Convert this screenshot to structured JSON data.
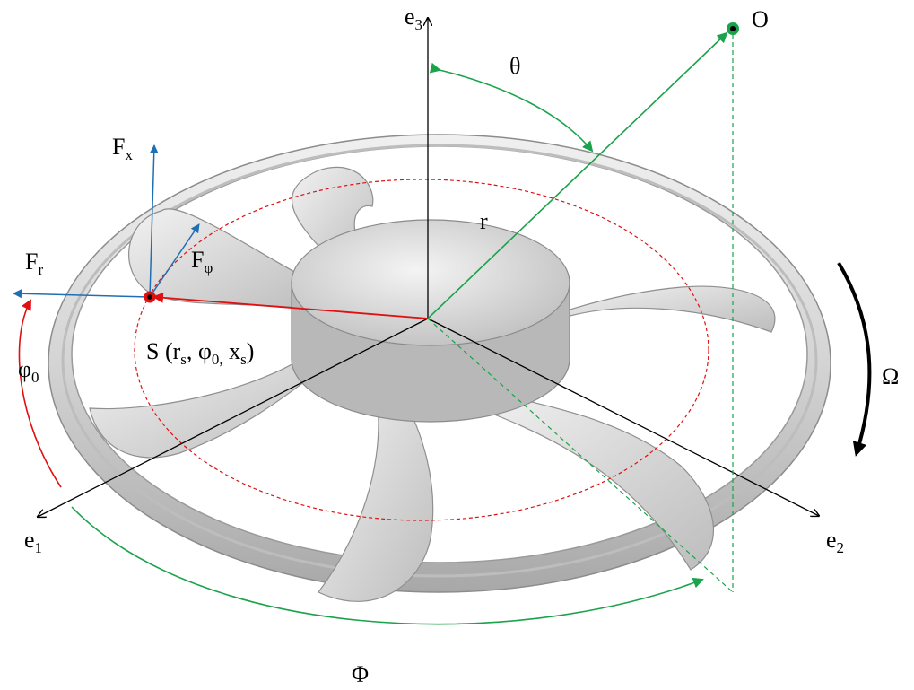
{
  "labels": {
    "e3": {
      "base": "e",
      "sub": "3"
    },
    "e1": {
      "base": "e",
      "sub": "1"
    },
    "e2": {
      "base": "e",
      "sub": "2"
    },
    "origin_point": "O",
    "theta": "θ",
    "r": "r",
    "Fx": {
      "base": "F",
      "sub": "x"
    },
    "Fr": {
      "base": "F",
      "sub": "r"
    },
    "Fphi": {
      "base": "F",
      "sub": "φ"
    },
    "phi0": {
      "base": "φ",
      "sub": "0"
    },
    "source": {
      "pre": "S (r",
      "s1": "s",
      "mid1": ", φ",
      "s2": "0,",
      "mid2": " x",
      "s3": "s",
      "post": ")"
    },
    "Omega": "Ω",
    "Phi": "Φ"
  },
  "colors": {
    "axes": "#000000",
    "observer": "#1aa34a",
    "source": "#e01010",
    "force": "#1f6fb5",
    "fan_body": "#d6d6d6",
    "fan_shadow": "#9a9a9a"
  }
}
